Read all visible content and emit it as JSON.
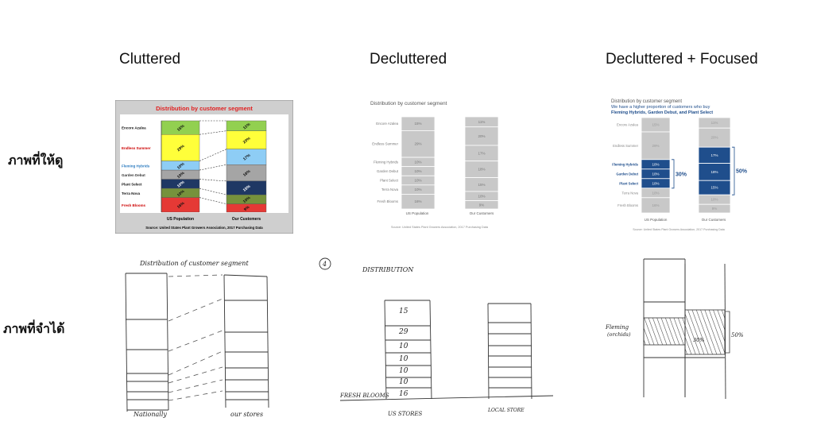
{
  "headings": {
    "cluttered": "Cluttered",
    "decluttered": "Decluttered",
    "focused": "Decluttered + Focused"
  },
  "row_labels": {
    "given": "ภาพที่ให้ดู",
    "recalled": "ภาพที่จำได้"
  },
  "charts": {
    "title": "Distribution by customer segment",
    "source": "Source: United States Plant Growers Association, 2017 Purchasing Data",
    "focus_subtitle_1": "We have a higher proportion of customers who buy",
    "focus_subtitle_2": "Fleming Hybrids, Garden Debut, and Plant Select",
    "segments": [
      "Encore Azalea",
      "Endless Summer",
      "Fleming Hybrids",
      "Garden Debut",
      "Plant Select",
      "Terra Nova",
      "Fresh Blooms"
    ],
    "columns": [
      "US Population",
      "Our Customers"
    ],
    "us_labels": [
      "15%",
      "29%",
      "10%",
      "10%",
      "10%",
      "10%",
      "16%"
    ],
    "cust_labels": [
      "11%",
      "20%",
      "17%",
      "18%",
      "15%",
      "10%",
      "9%"
    ],
    "focus_us_total": "30%",
    "focus_cust_total": "50%",
    "colors": {
      "green": "#92d050",
      "yellow": "#ffff3a",
      "lightblue": "#8ecdf5",
      "grey": "#a5a5a5",
      "navy": "#1f3864",
      "olive": "#76923c",
      "red": "#e53935",
      "plain_grey": "#c8c8c8",
      "focus_blue": "#1f4e8c",
      "title_red": "#e02020"
    }
  },
  "sketches": {
    "s1_title": "Distribution of customer segment",
    "s1_left": "Nationally",
    "s1_right": "our stores",
    "s2_num": "4",
    "s2_title": "DISTRIBUTION",
    "s2_values": [
      "15",
      "29",
      "10",
      "10",
      "10",
      "10",
      "16"
    ],
    "s2_bottom_label": "FRESH BLOOMS",
    "s2_left": "US STORES",
    "s2_right": "LOCAL STORE",
    "s3_label1": "Fleming",
    "s3_label2": "(orchids)",
    "s3_mid": "30%",
    "s3_right": "50%"
  }
}
